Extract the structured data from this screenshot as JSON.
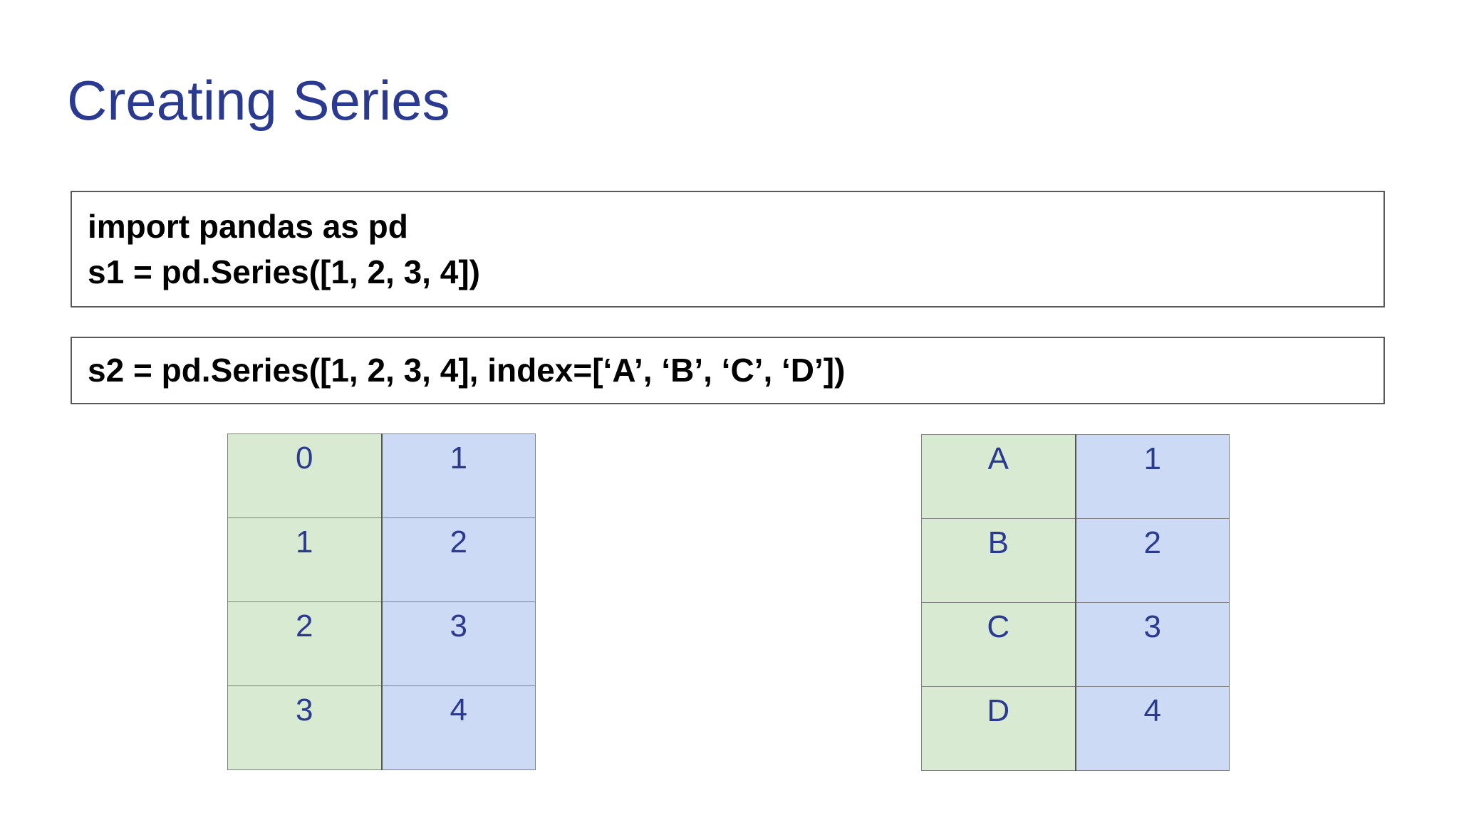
{
  "slide": {
    "title": "Creating Series",
    "code_block_1": {
      "lines": [
        "import pandas as pd",
        "s1 = pd.Series([1, 2, 3, 4])"
      ]
    },
    "code_block_2": {
      "lines": [
        "s2 = pd.Series([1, 2, 3, 4], index=[‘A’, ‘B’, ‘C’, ‘D’])"
      ]
    },
    "series_s1": {
      "index": [
        "0",
        "1",
        "2",
        "3"
      ],
      "values": [
        "1",
        "2",
        "3",
        "4"
      ]
    },
    "series_s2": {
      "index": [
        "A",
        "B",
        "C",
        "D"
      ],
      "values": [
        "1",
        "2",
        "3",
        "4"
      ]
    },
    "colors": {
      "title_color": "#2b3a91",
      "table_text": "#2b3a91",
      "index_bg": "#d9ead3",
      "value_bg": "#ccdaf5",
      "code_text": "#000000",
      "box_border": "#595959",
      "table_border": "#808080"
    }
  }
}
